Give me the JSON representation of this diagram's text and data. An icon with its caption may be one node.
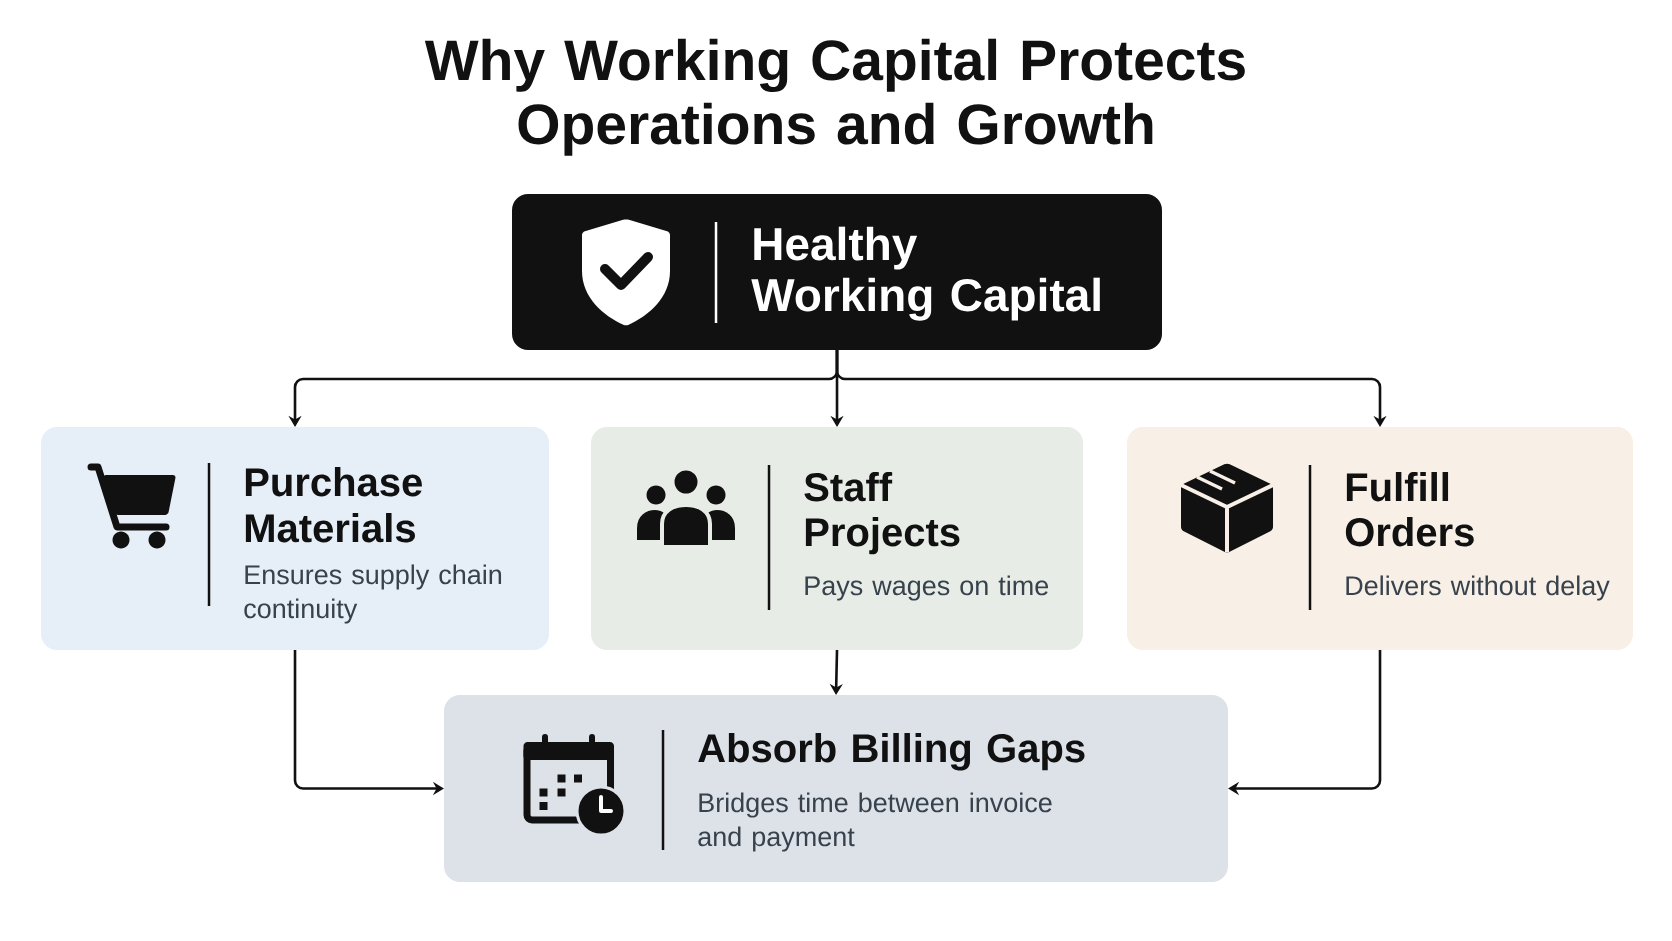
{
  "diagram": {
    "title": "Why Working Capital Protects Operations and Growth",
    "nodes": [
      {
        "text": [
          "Healthy Working Capital"
        ]
      },
      {
        "text": [
          "Purchase Materials",
          "Ensures supply chain continuity"
        ]
      },
      {
        "text": [
          "Staff Projects",
          "Pays wages on time"
        ]
      },
      {
        "text": [
          "Fulfill Orders",
          "Delivers without delay"
        ]
      },
      {
        "text": [
          "Absorb Billing Gaps",
          "Bridges time between invoice and payment"
        ]
      }
    ],
    "edges": [
      {
        "from": 0,
        "to": 1,
        "arrow": "to"
      },
      {
        "from": 0,
        "to": 2,
        "arrow": "to"
      },
      {
        "from": 0,
        "to": 3,
        "arrow": "to"
      },
      {
        "from": 1,
        "to": 4,
        "arrow": "to"
      },
      {
        "from": 2,
        "to": 4,
        "arrow": "to"
      },
      {
        "from": 3,
        "to": 4,
        "arrow": "to"
      }
    ]
  }
}
